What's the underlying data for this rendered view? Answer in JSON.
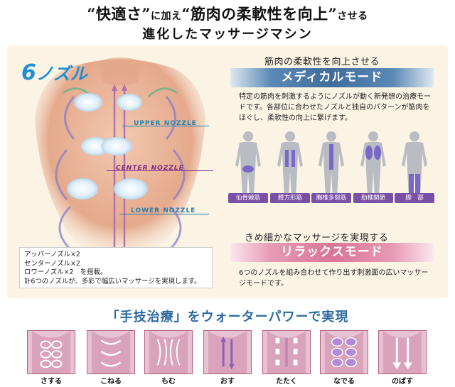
{
  "headline": {
    "line1": [
      "“快適さ”",
      "に加え",
      "“筋肉の柔軟性を向上”",
      "させる"
    ],
    "line2": "進化したマッサージマシン"
  },
  "nozzle_panel": {
    "title_number": "6",
    "title_text": "ノズル",
    "labels": {
      "upper": "UPPER NOZZLE",
      "center": "CENTER NOZZLE",
      "lower": "LOWER NOZZLE"
    },
    "info_lines": [
      "アッパーノズル×2",
      "センターノズル×2",
      "ロワーノズル×2　を搭載。",
      "計6つのノズルが、多彩で幅広いマッサージを実現します。"
    ]
  },
  "medical_mode": {
    "subtitle": "筋肉の柔軟性を向上させる",
    "title": "メディカルモード",
    "description": "特定の筋肉を刺激するようにノズルが動く新発想の治療モードです。各部位に合わせたノズルと独自のパターンが筋肉をほぐし、柔軟性の向上に繋げます。",
    "body_parts": [
      "仙骨棘筋",
      "腰方形筋",
      "胸椎多裂筋",
      "肋椎関節",
      "脚　部"
    ]
  },
  "relax_mode": {
    "subtitle": "きめ細かなマッサージを実現する",
    "title": "リラックスモード",
    "description": "6つのノズルを組み合わせて作り出す刺激面の広いマッサージモードです。"
  },
  "techniques": {
    "title": "「手技治療」をウォーターパワーで実現",
    "items": [
      "さする",
      "こねる",
      "もむ",
      "おす",
      "たたく",
      "なでる",
      "のばす"
    ]
  },
  "colors": {
    "accent_blue": "#1d8fd6",
    "medical_bar": "#3f6c9c",
    "relax_bar": "#d97597",
    "badge_purple": "#7a4fa6",
    "technique_title": "#2d6aa2"
  }
}
